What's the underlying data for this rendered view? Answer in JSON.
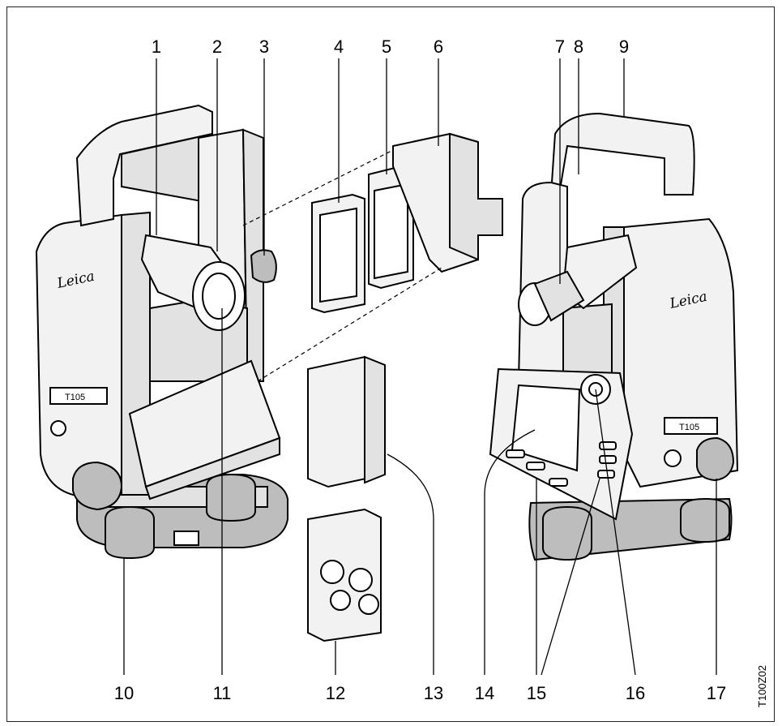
{
  "callouts": [
    "1",
    "2",
    "3",
    "4",
    "5",
    "6",
    "7",
    "8",
    "9",
    "10",
    "11",
    "12",
    "13",
    "14",
    "15",
    "16",
    "17"
  ],
  "figure_code": "T100Z02",
  "brand_left": "Leica",
  "brand_right": "Leica",
  "model_left": "T105",
  "model_right": "T105"
}
